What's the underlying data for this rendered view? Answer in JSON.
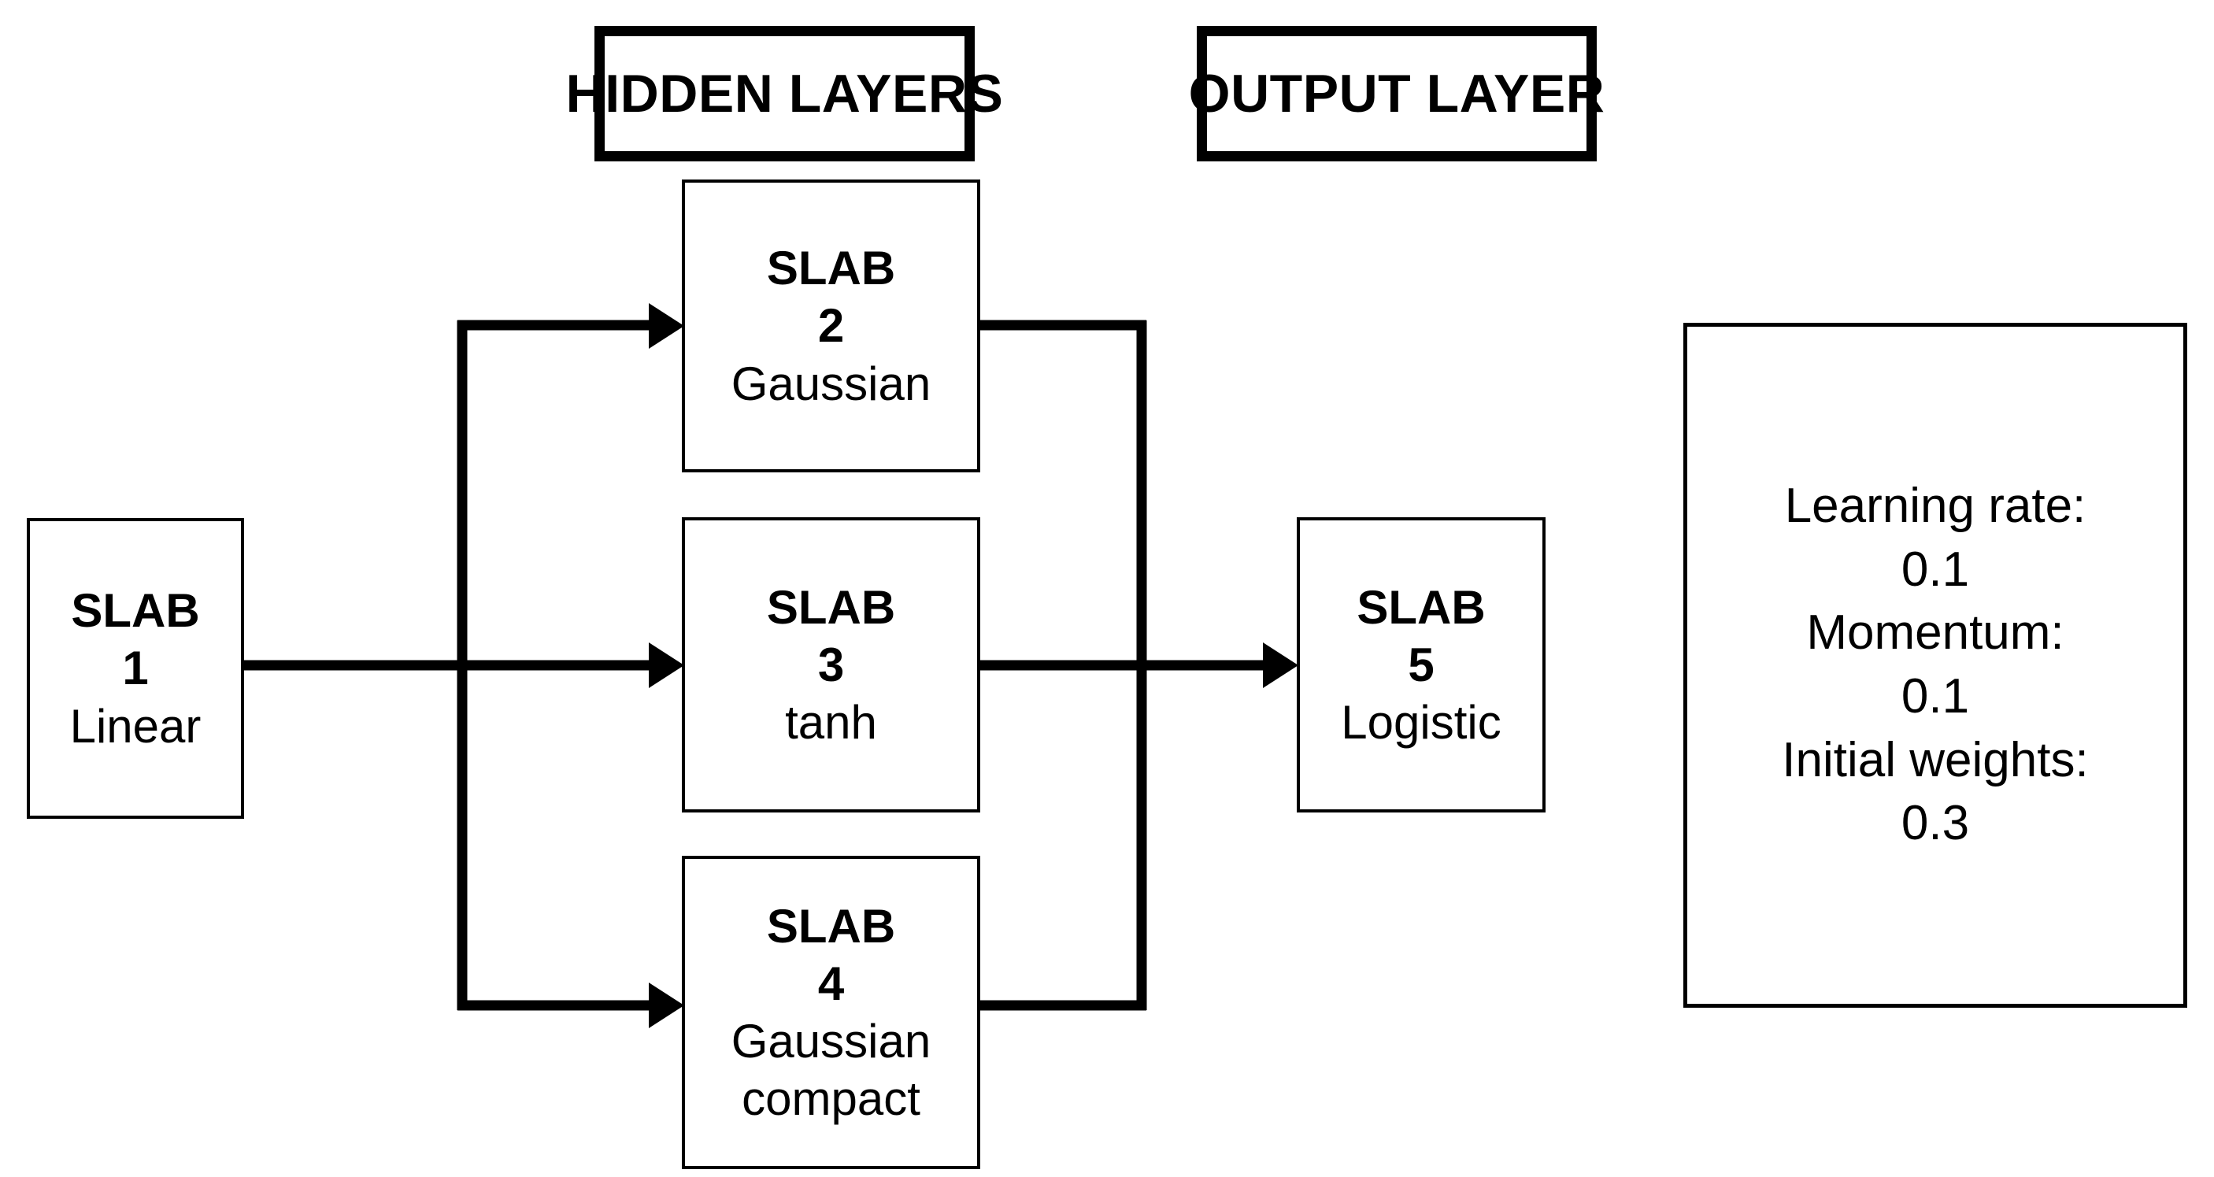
{
  "diagram": {
    "title": "Neural network slab architecture",
    "background_color": "#ffffff",
    "line_color": "#000000"
  },
  "banners": [
    {
      "id": "hidden-layers",
      "label": "HIDDEN LAYERS"
    },
    {
      "id": "output-layer",
      "label": "OUTPUT LAYER"
    }
  ],
  "slabs": [
    {
      "id": "slab-1",
      "title": "SLAB",
      "index": "1",
      "activation": "Linear",
      "activation_line2": ""
    },
    {
      "id": "slab-2",
      "title": "SLAB",
      "index": "2",
      "activation": "Gaussian",
      "activation_line2": ""
    },
    {
      "id": "slab-3",
      "title": "SLAB",
      "index": "3",
      "activation": "tanh",
      "activation_line2": ""
    },
    {
      "id": "slab-4",
      "title": "SLAB",
      "index": "4",
      "activation": "Gaussian",
      "activation_line2": "compact"
    },
    {
      "id": "slab-5",
      "title": "SLAB",
      "index": "5",
      "activation": "Logistic",
      "activation_line2": ""
    }
  ],
  "parameters": {
    "lines": [
      "Learning rate:",
      "0.1",
      "Momentum:",
      "0.1",
      "Initial weights:",
      "0.3"
    ],
    "learning_rate_label": "Learning rate:",
    "learning_rate_value": "0.1",
    "momentum_label": "Momentum:",
    "momentum_value": "0.1",
    "initial_weights_label": "Initial weights:",
    "initial_weights_value": "0.3"
  },
  "connections": [
    {
      "from": "slab-1",
      "to": "slab-2"
    },
    {
      "from": "slab-1",
      "to": "slab-3"
    },
    {
      "from": "slab-1",
      "to": "slab-4"
    },
    {
      "from": "slab-2",
      "to": "slab-5"
    },
    {
      "from": "slab-3",
      "to": "slab-5"
    },
    {
      "from": "slab-4",
      "to": "slab-5"
    }
  ]
}
